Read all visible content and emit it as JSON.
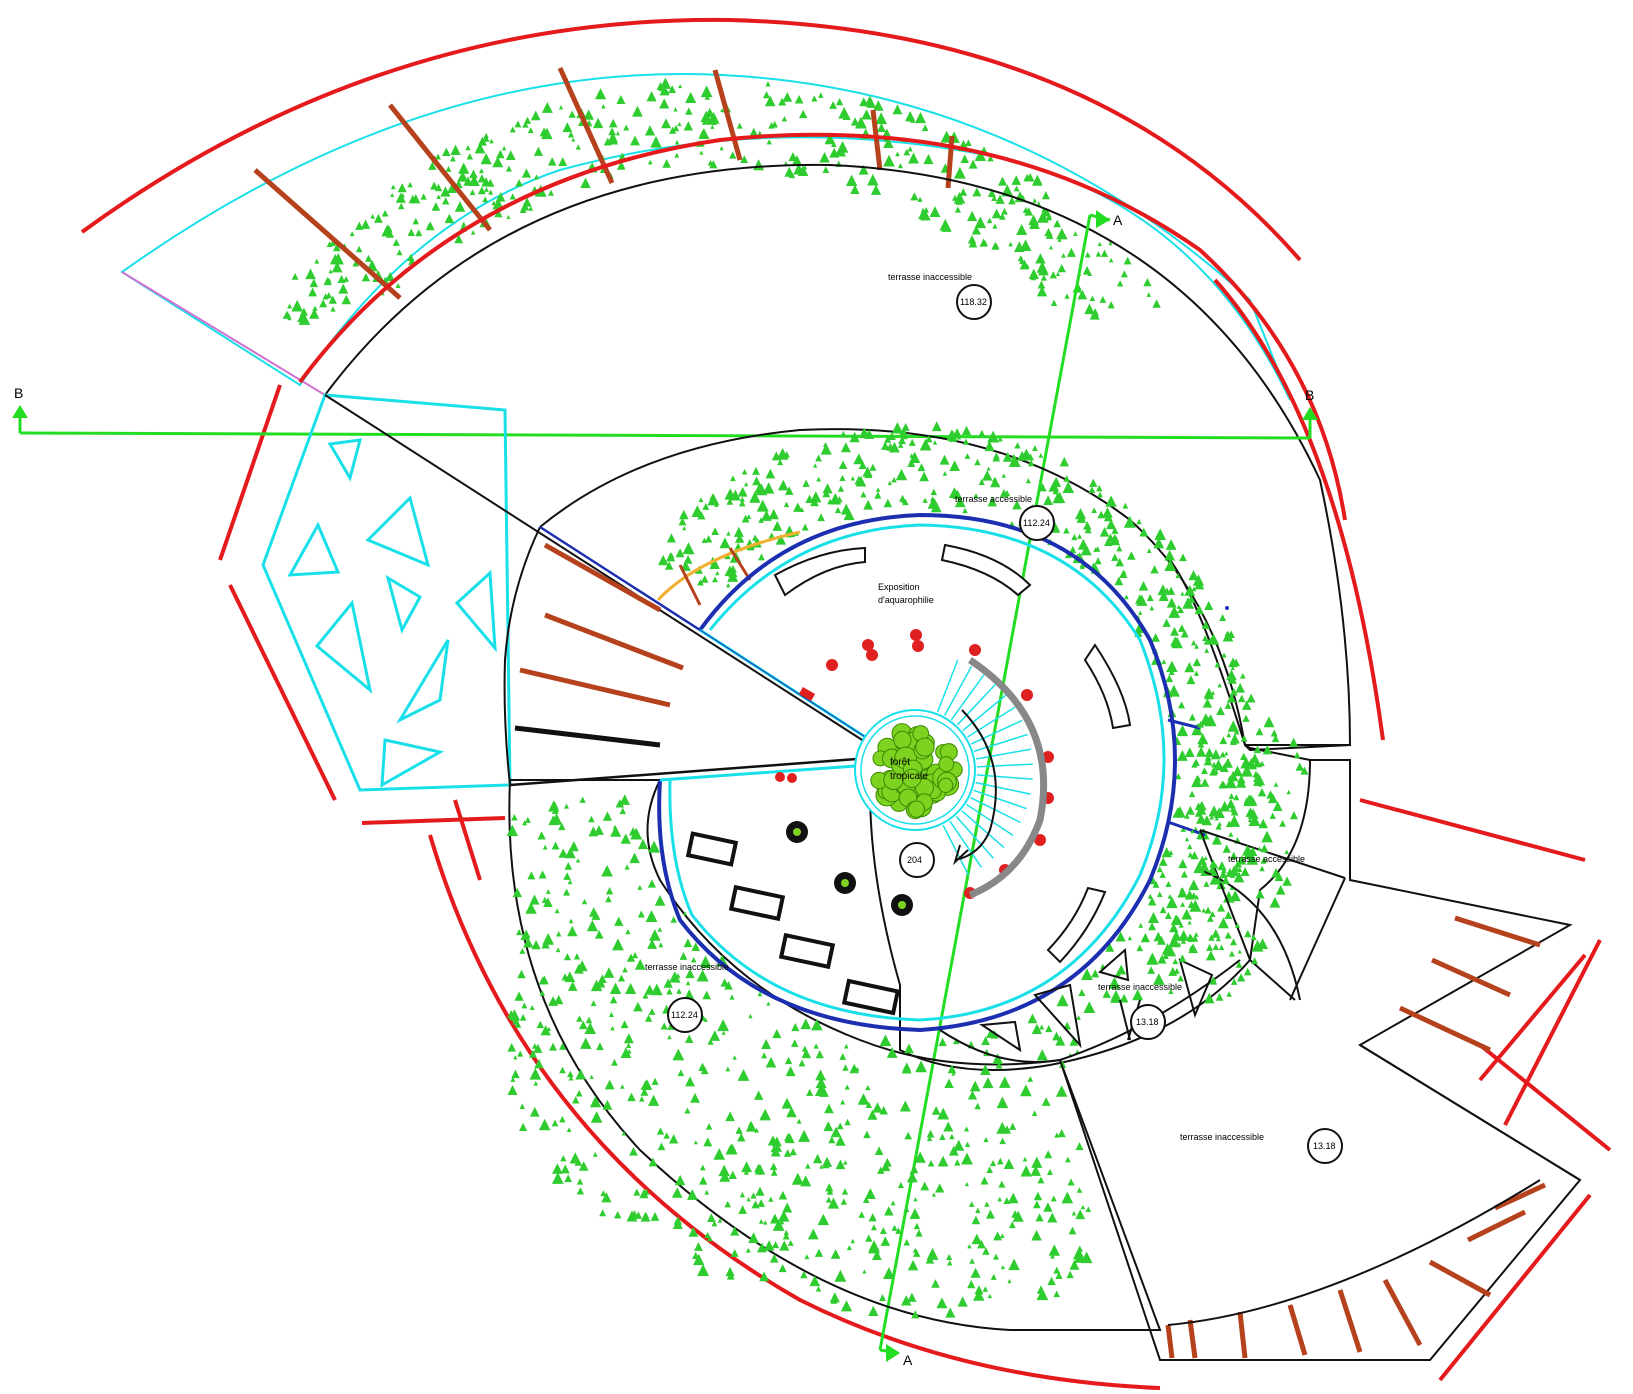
{
  "colors": {
    "external_wall": "#e41a1c",
    "glass_wall": "#19e0e8",
    "inner_wall": "#1b2fb0",
    "vegetation": "#2ecc2e",
    "section_line": "#22dd22",
    "stair_tread": "#b5421c",
    "tree_canopy": "#7ed321",
    "seat": "#e02020",
    "outline": "#111111",
    "arc_path": "#f0b030",
    "property_line": "#d070d0"
  },
  "section_markers": {
    "a_top": "A",
    "a_bottom": "A",
    "b_left": "B",
    "b_right": "B"
  },
  "labels": {
    "terrasse_top": "terrasse inaccessible",
    "terrasse_mid": "terrasse accessible",
    "expo_line1": "Exposition",
    "expo_line2": "d'aquarophilie",
    "forest_line1": "forêt",
    "forest_line2": "tropicale",
    "terrasse_right": "terrasse accessible",
    "terrasse_left": "terrasse inaccessible",
    "terrasse_inner": "terrasse inaccessible",
    "terrasse_bottom_right": "terrasse inaccessible"
  },
  "room_tags": {
    "tag_top": "118.32",
    "tag_mid": "112.24",
    "tag_center": "204",
    "tag_left": "112.24",
    "tag_inner": "13.18",
    "tag_bottom_right": "13.18"
  },
  "icons": [
    "section-arrow-icon",
    "tree-icon",
    "column-icon",
    "stair-icon",
    "seat-icon"
  ]
}
